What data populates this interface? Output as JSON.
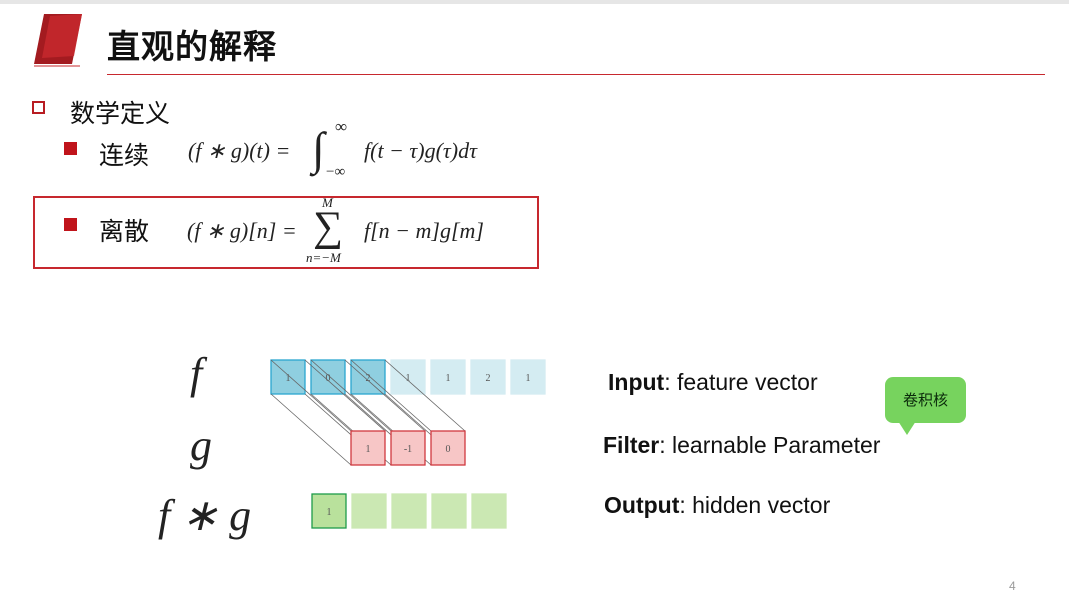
{
  "slide": {
    "title": "直观的解释",
    "page_number": "4"
  },
  "definition": {
    "heading": "数学定义",
    "continuous": {
      "label": "连续",
      "formula_lhs": "(f ∗ g)(t) =",
      "formula_rhs": "f(t − τ)g(τ)dτ",
      "integral_upper": "∞",
      "integral_lower": "−∞"
    },
    "discrete": {
      "label": "离散",
      "formula_lhs": "(f ∗ g)[n] =",
      "formula_rhs": "f[n − m]g[m]",
      "sum_upper": "M",
      "sum_lower": "n=−M"
    }
  },
  "diagram": {
    "row_labels": {
      "f": "f",
      "g": "g",
      "fg": "f ∗ g"
    },
    "f_values": [
      "1",
      "0",
      "2",
      "1",
      "1",
      "2",
      "1"
    ],
    "g_values": [
      "1",
      "-1",
      "0"
    ],
    "output_values": [
      "1",
      "",
      "",
      "",
      ""
    ],
    "colors": {
      "input_active_fill": "#8fcfe0",
      "input_active_stroke": "#2aa6cf",
      "input_fill": "#d4ecf2",
      "kernel_fill": "#f7c6c6",
      "kernel_stroke": "#d0393f",
      "output_active_fill": "#b9e19c",
      "output_active_stroke": "#1e9c4a",
      "output_fill": "#cbe8b3"
    }
  },
  "io": {
    "input_bold": "Input",
    "input_rest": ": feature vector",
    "filter_bold": "Filter",
    "filter_rest": ": learnable Parameter",
    "output_bold": "Output",
    "output_rest": ": hidden vector"
  },
  "callout": {
    "text": "卷积核",
    "color": "#77d35e"
  },
  "accent_color": "#c7282e"
}
